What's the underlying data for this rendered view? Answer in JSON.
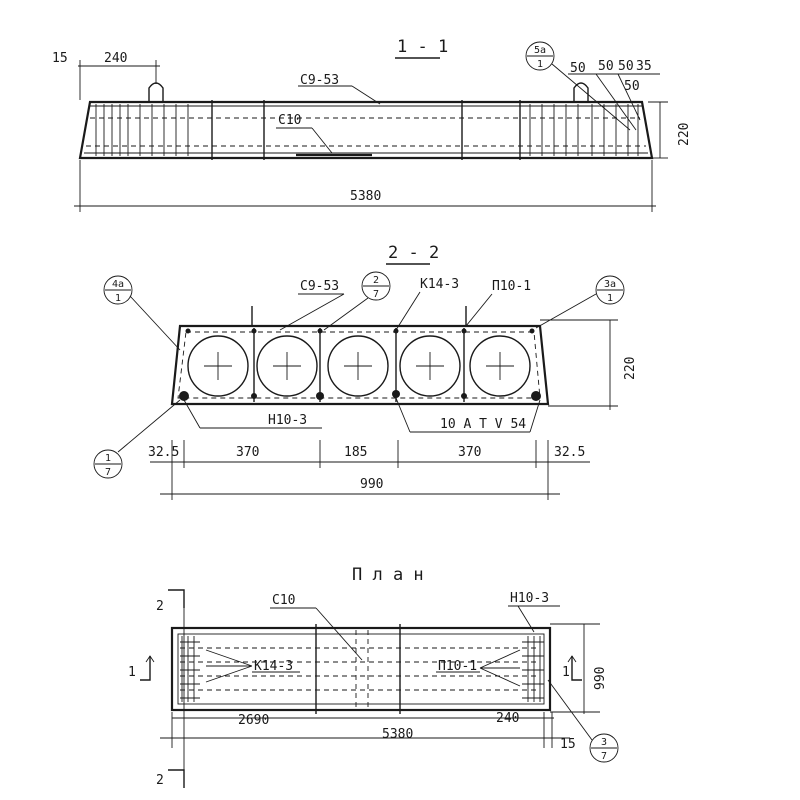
{
  "section_1_1": {
    "title": "1 - 1",
    "dim_top_left_small": "15",
    "dim_top_left": "240",
    "label_c9": "С9-53",
    "label_c10": "С10",
    "bubble_top": "5а",
    "bubble_bottom": "1",
    "dim_right_a": "50",
    "dim_right_b": "50",
    "dim_right_c": "50",
    "dim_right_d": "35",
    "dim_right_e": "50",
    "dim_height": "220",
    "dim_length": "5380"
  },
  "section_2_2": {
    "title": "2 - 2",
    "label_c9": "С9-53",
    "label_k14": "К14-3",
    "label_p10": "П10-1",
    "label_n10": "Н10-3",
    "label_rebar": "10 А Т V 54",
    "bubble_left_top": "4а",
    "bubble_left_bottom": "1",
    "bubble_mid_top": "2",
    "bubble_mid_bottom": "7",
    "bubble_right_top": "3а",
    "bubble_right_bottom": "1",
    "bubble_bl_top": "1",
    "bubble_bl_bottom": "7",
    "dim_height": "220",
    "dim_edge_left": "32.5",
    "dim_span_1": "370",
    "dim_span_2": "185",
    "dim_span_3": "370",
    "dim_edge_right": "32.5",
    "dim_width": "990"
  },
  "plan": {
    "title": "П л а н",
    "cut_2_top": "2",
    "cut_2_bottom": "2",
    "cut_1_left": "1",
    "cut_1_right": "1",
    "label_c10": "С10",
    "label_n10": "Н10-3",
    "label_k14": "К14-3",
    "label_p10": "П10-1",
    "dim_left": "2690",
    "dim_right": "240",
    "dim_small": "15",
    "dim_length": "5380",
    "dim_width": "990",
    "bubble_top": "3",
    "bubble_bottom": "7"
  }
}
